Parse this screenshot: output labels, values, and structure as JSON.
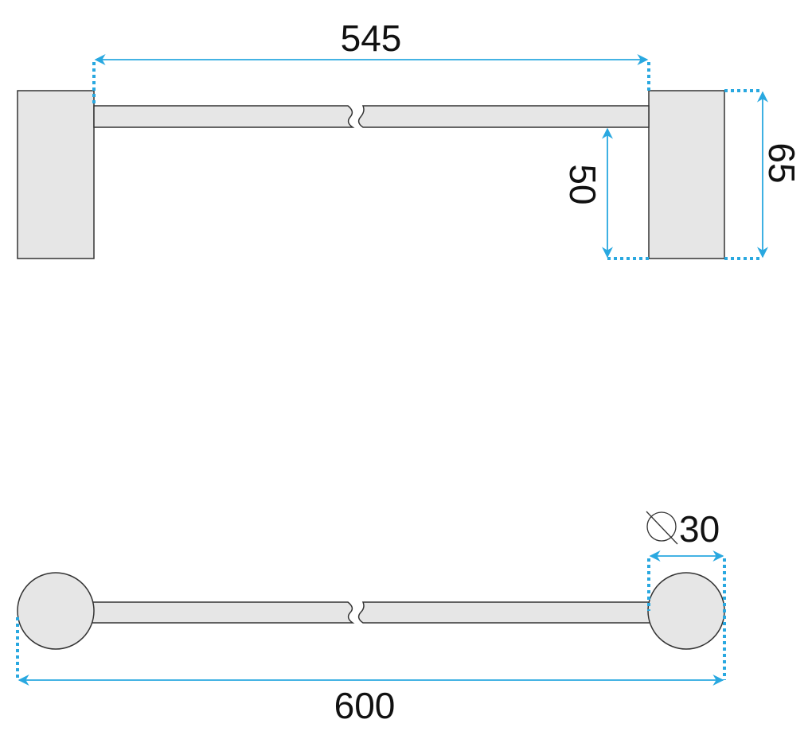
{
  "dimensions": {
    "top_length": "545",
    "bar_height": "50",
    "bracket_height": "65",
    "diameter": "30",
    "overall_length": "600"
  },
  "colors": {
    "dimension_line": "#29a8e0",
    "part_fill": "#e6e6e6",
    "outline": "#333333"
  },
  "icons": {
    "diameter_symbol": "diameter-icon"
  }
}
